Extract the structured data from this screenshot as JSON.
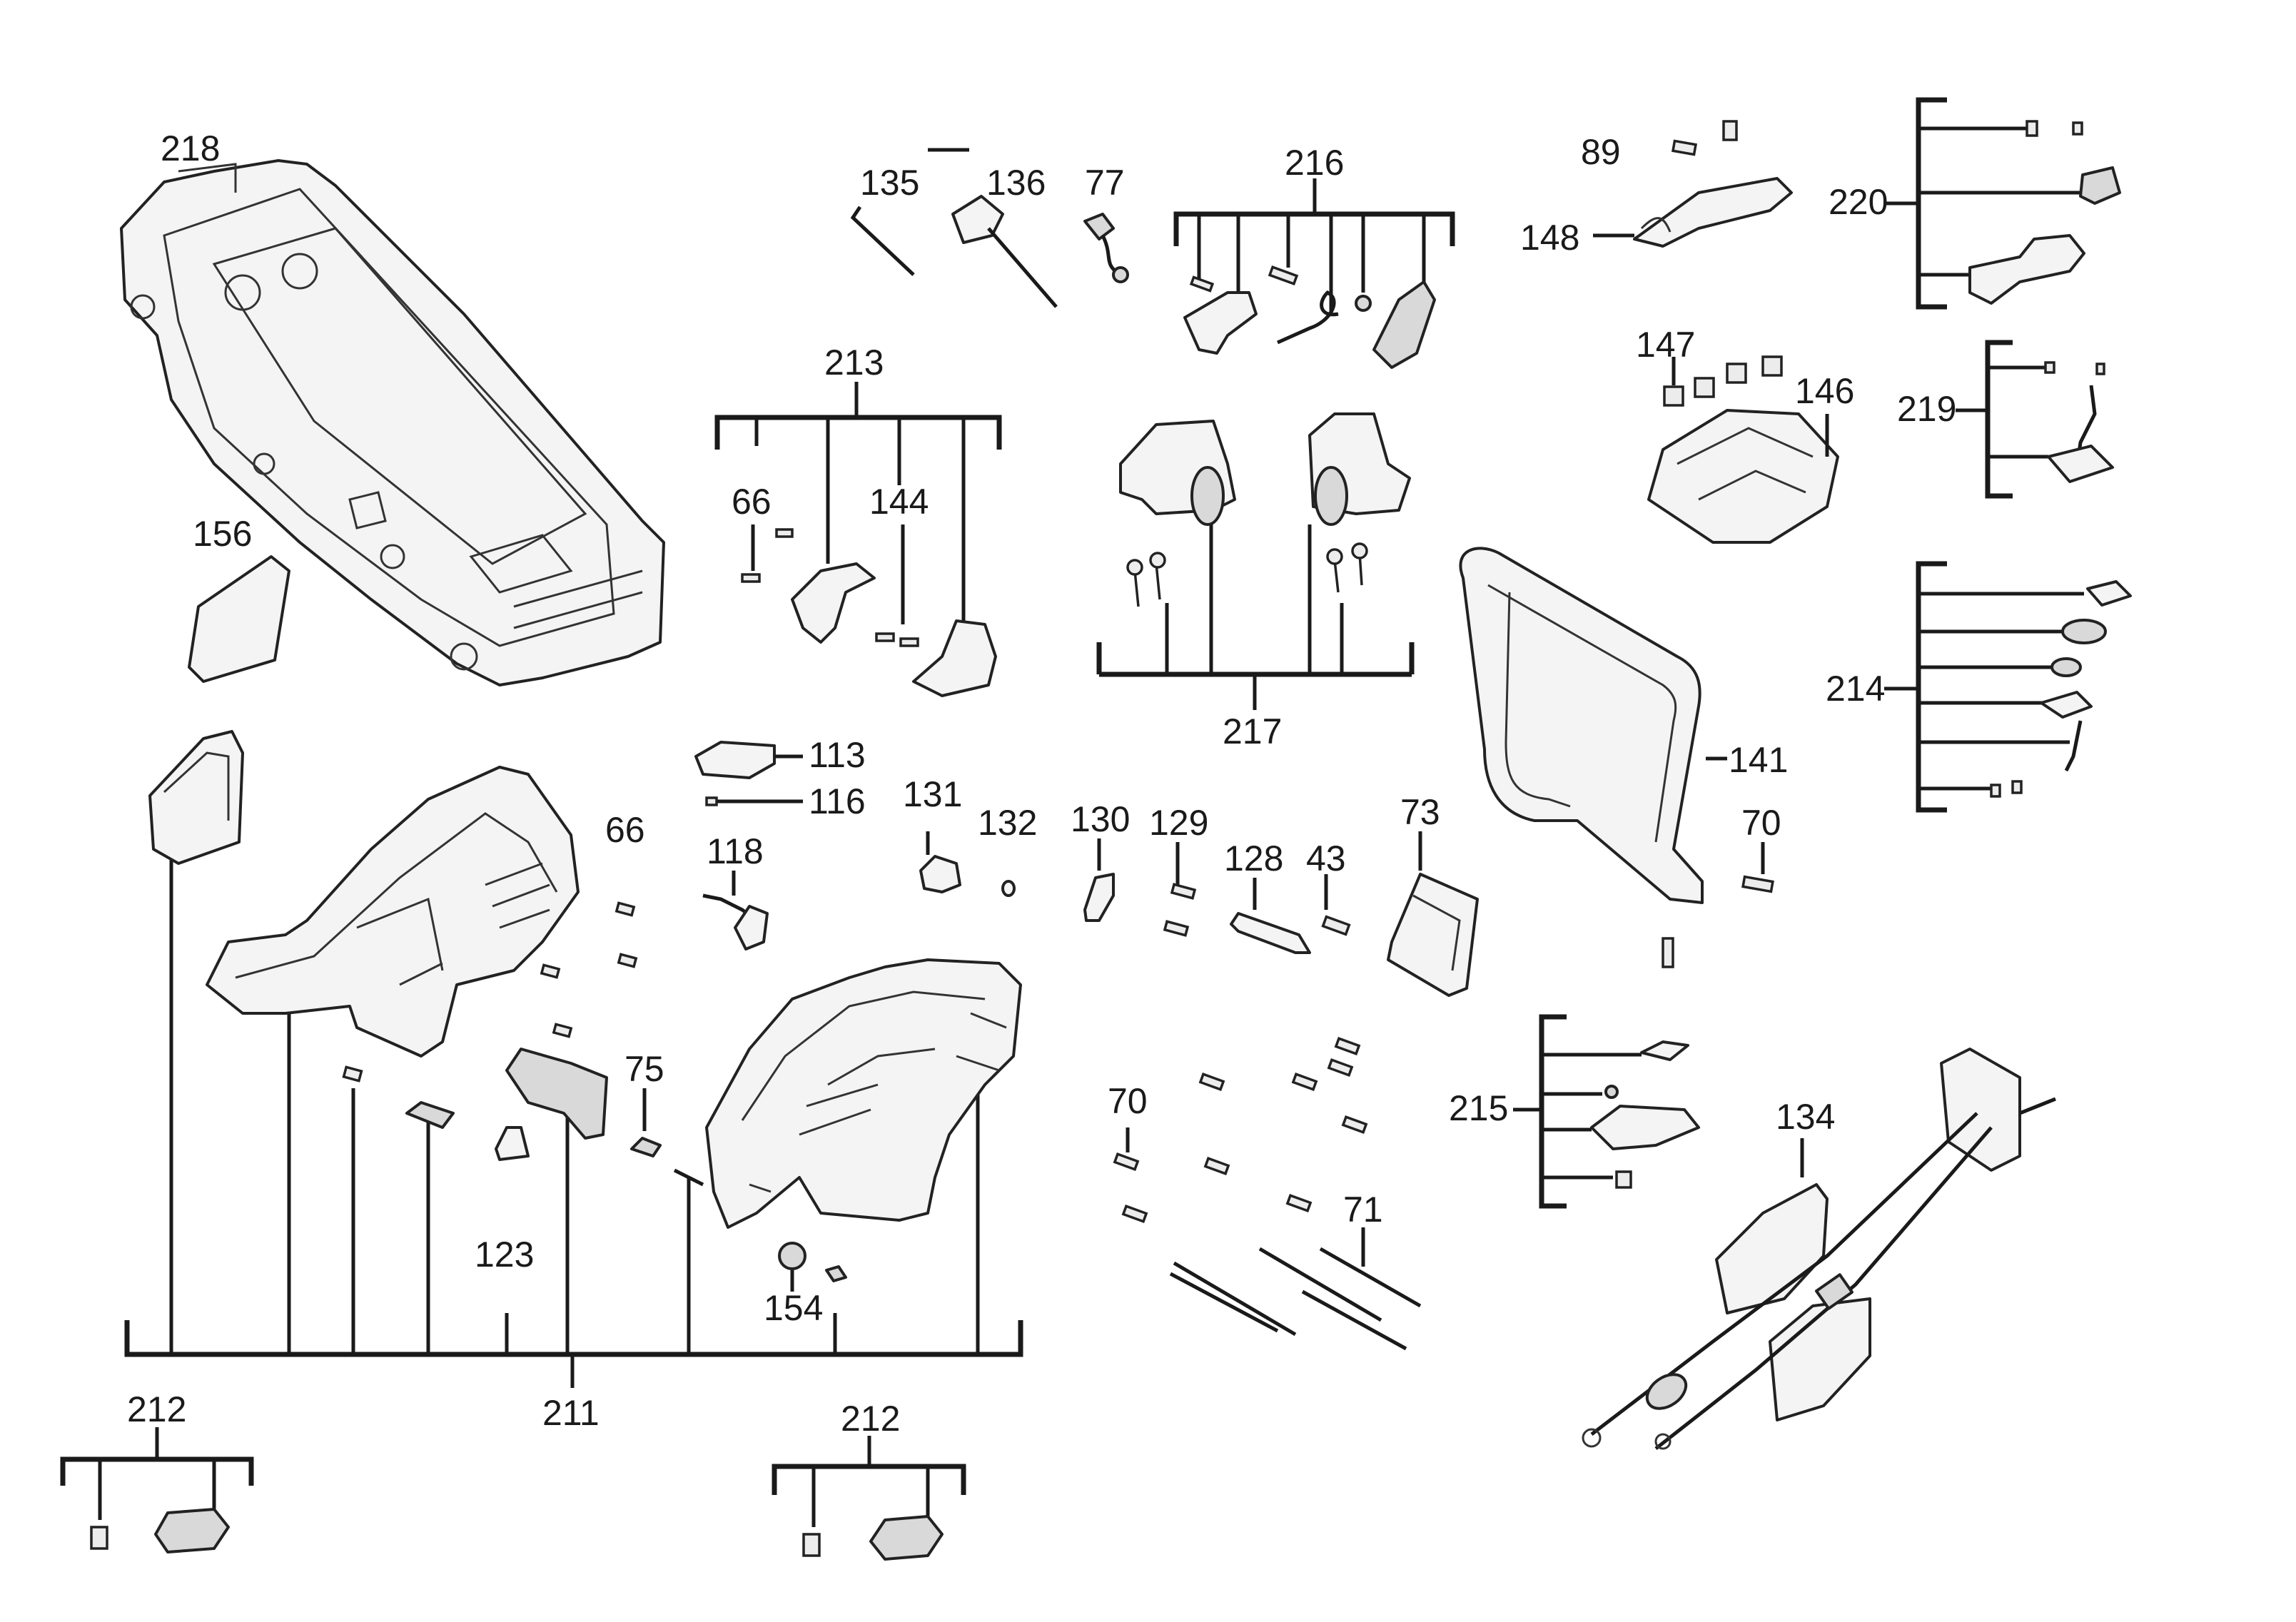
{
  "diagram_title": "",
  "part_labels": {
    "p218": "218",
    "p156": "156",
    "p135": "135",
    "p136": "136",
    "p77": "77",
    "p216": "216",
    "p213": "213",
    "p66a": "66",
    "p144": "144",
    "p217": "217",
    "p89": "89",
    "p148": "148",
    "p220": "220",
    "p147": "147",
    "p146": "146",
    "p219": "219",
    "p214": "214",
    "p141": "141",
    "p113": "113",
    "p116": "116",
    "p118": "118",
    "p131": "131",
    "p132": "132",
    "p130": "130",
    "p129": "129",
    "p128": "128",
    "p43": "43",
    "p73": "73",
    "p70a": "70",
    "p66b": "66",
    "p75": "75",
    "p123": "123",
    "p154": "154",
    "p211": "211",
    "p212a": "212",
    "p212b": "212",
    "p70b": "70",
    "p71": "71",
    "p215": "215",
    "p134": "134"
  }
}
